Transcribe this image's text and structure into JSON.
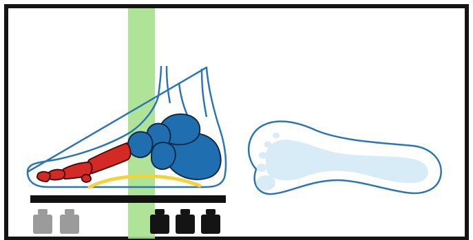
{
  "figure": {
    "colors": {
      "frame": "#141414",
      "background": "#ffffff",
      "outline": "#2a74b8",
      "rearfoot_bones": "#1f6fb0",
      "forefoot_bones": "#d42a25",
      "insole_arc": "#f2d43a",
      "plate": "#111111",
      "weight_left": "#9b9b9b",
      "weight_right": "#141414",
      "vertical_band": "#a6e08c",
      "footprint_fill": "#d8ecf8"
    },
    "weights": {
      "left_group_count": 2,
      "right_group_count": 3
    },
    "elements": [
      "foot-side-view",
      "footprint-top-view",
      "balance-plate",
      "vertical-balance-line"
    ]
  }
}
